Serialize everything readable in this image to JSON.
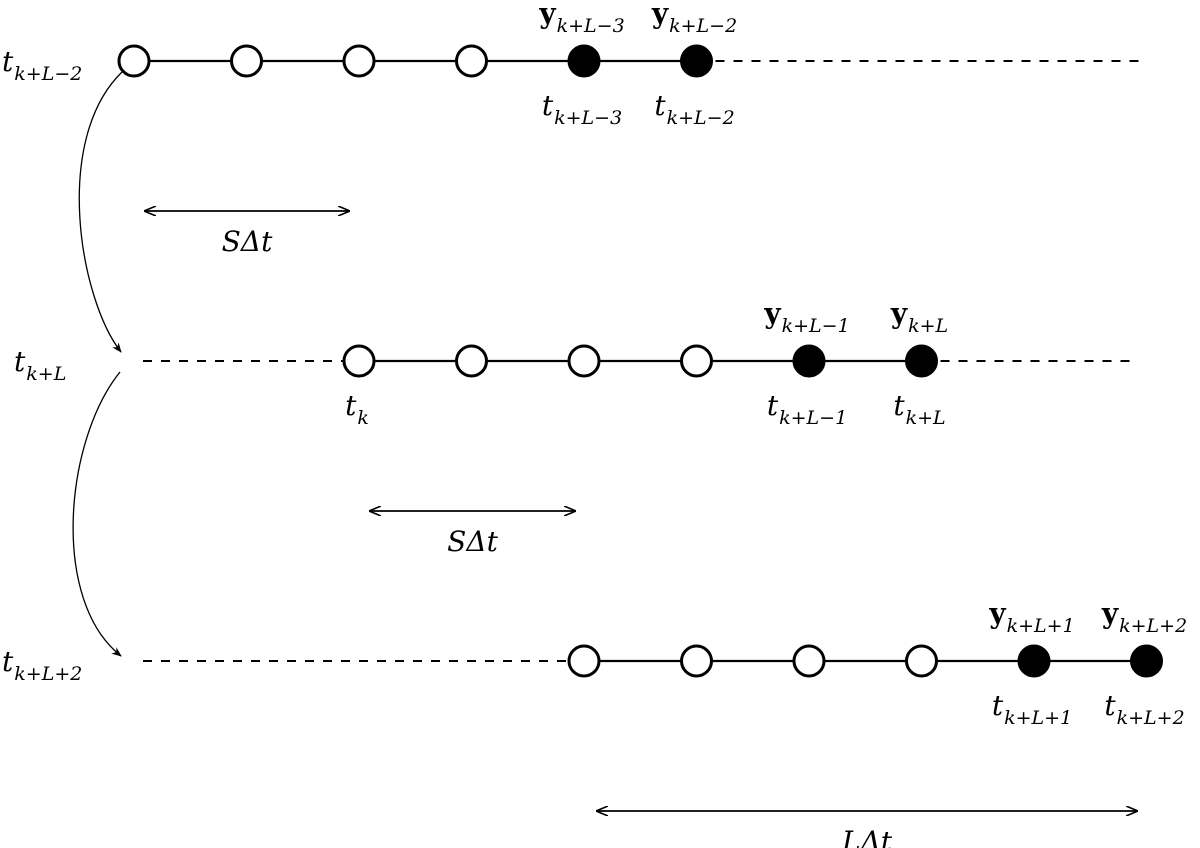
{
  "rows": [
    {
      "time_label": {
        "base": "t",
        "sub": "k+L−2"
      },
      "dashed_before": false,
      "dashed_after": true,
      "nodes": [
        {
          "filled": false,
          "obs": null,
          "time": null
        },
        {
          "filled": false,
          "obs": null,
          "time": null
        },
        {
          "filled": false,
          "obs": null,
          "time": null
        },
        {
          "filled": false,
          "obs": null,
          "time": null
        },
        {
          "filled": true,
          "obs": {
            "base": "y",
            "sub": "k+L−3"
          },
          "time": {
            "base": "t",
            "sub": "k+L−3"
          }
        },
        {
          "filled": true,
          "obs": {
            "base": "y",
            "sub": "k+L−2"
          },
          "time": {
            "base": "t",
            "sub": "k+L−2"
          }
        }
      ]
    },
    {
      "time_label": {
        "base": "t",
        "sub": "k+L"
      },
      "dashed_before": true,
      "dashed_after": true,
      "nodes": [
        {
          "filled": false,
          "obs": null,
          "time": {
            "base": "t",
            "sub": "k"
          }
        },
        {
          "filled": false,
          "obs": null,
          "time": null
        },
        {
          "filled": false,
          "obs": null,
          "time": null
        },
        {
          "filled": false,
          "obs": null,
          "time": null
        },
        {
          "filled": true,
          "obs": {
            "base": "y",
            "sub": "k+L−1"
          },
          "time": {
            "base": "t",
            "sub": "k+L−1"
          }
        },
        {
          "filled": true,
          "obs": {
            "base": "y",
            "sub": "k+L"
          },
          "time": {
            "base": "t",
            "sub": "k+L"
          }
        }
      ]
    },
    {
      "time_label": {
        "base": "t",
        "sub": "k+L+2"
      },
      "dashed_before": true,
      "dashed_after": false,
      "nodes": [
        {
          "filled": false,
          "obs": null,
          "time": null
        },
        {
          "filled": false,
          "obs": null,
          "time": null
        },
        {
          "filled": false,
          "obs": null,
          "time": null
        },
        {
          "filled": false,
          "obs": null,
          "time": null
        },
        {
          "filled": true,
          "obs": {
            "base": "y",
            "sub": "k+L+1"
          },
          "time": {
            "base": "t",
            "sub": "k+L+1"
          }
        },
        {
          "filled": true,
          "obs": {
            "base": "y",
            "sub": "k+L+2"
          },
          "time": {
            "base": "t",
            "sub": "k+L+2"
          }
        }
      ]
    }
  ],
  "spans": [
    {
      "label": "SΔt",
      "kind": "shift"
    },
    {
      "label": "SΔt",
      "kind": "shift"
    },
    {
      "label": "LΔt",
      "kind": "window"
    }
  ],
  "transitions": [
    {
      "from_row": 0,
      "to_row": 1
    },
    {
      "from_row": 1,
      "to_row": 2
    }
  ]
}
